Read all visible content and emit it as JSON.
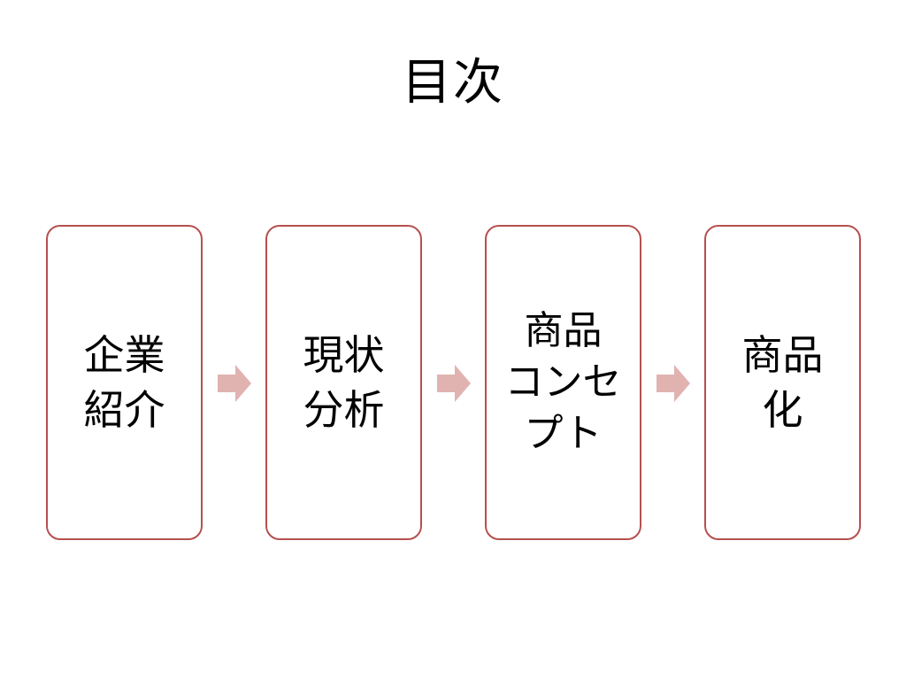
{
  "slide": {
    "title": "目次"
  },
  "steps": [
    {
      "label": "企業\n紹介"
    },
    {
      "label": "現状\n分析"
    },
    {
      "label": "商品\nコンセ\nプト"
    },
    {
      "label": "商品\n化"
    }
  ],
  "colors": {
    "box_border": "#b5504f",
    "arrow_fill": "#e0b3b1",
    "background": "#ffffff"
  }
}
